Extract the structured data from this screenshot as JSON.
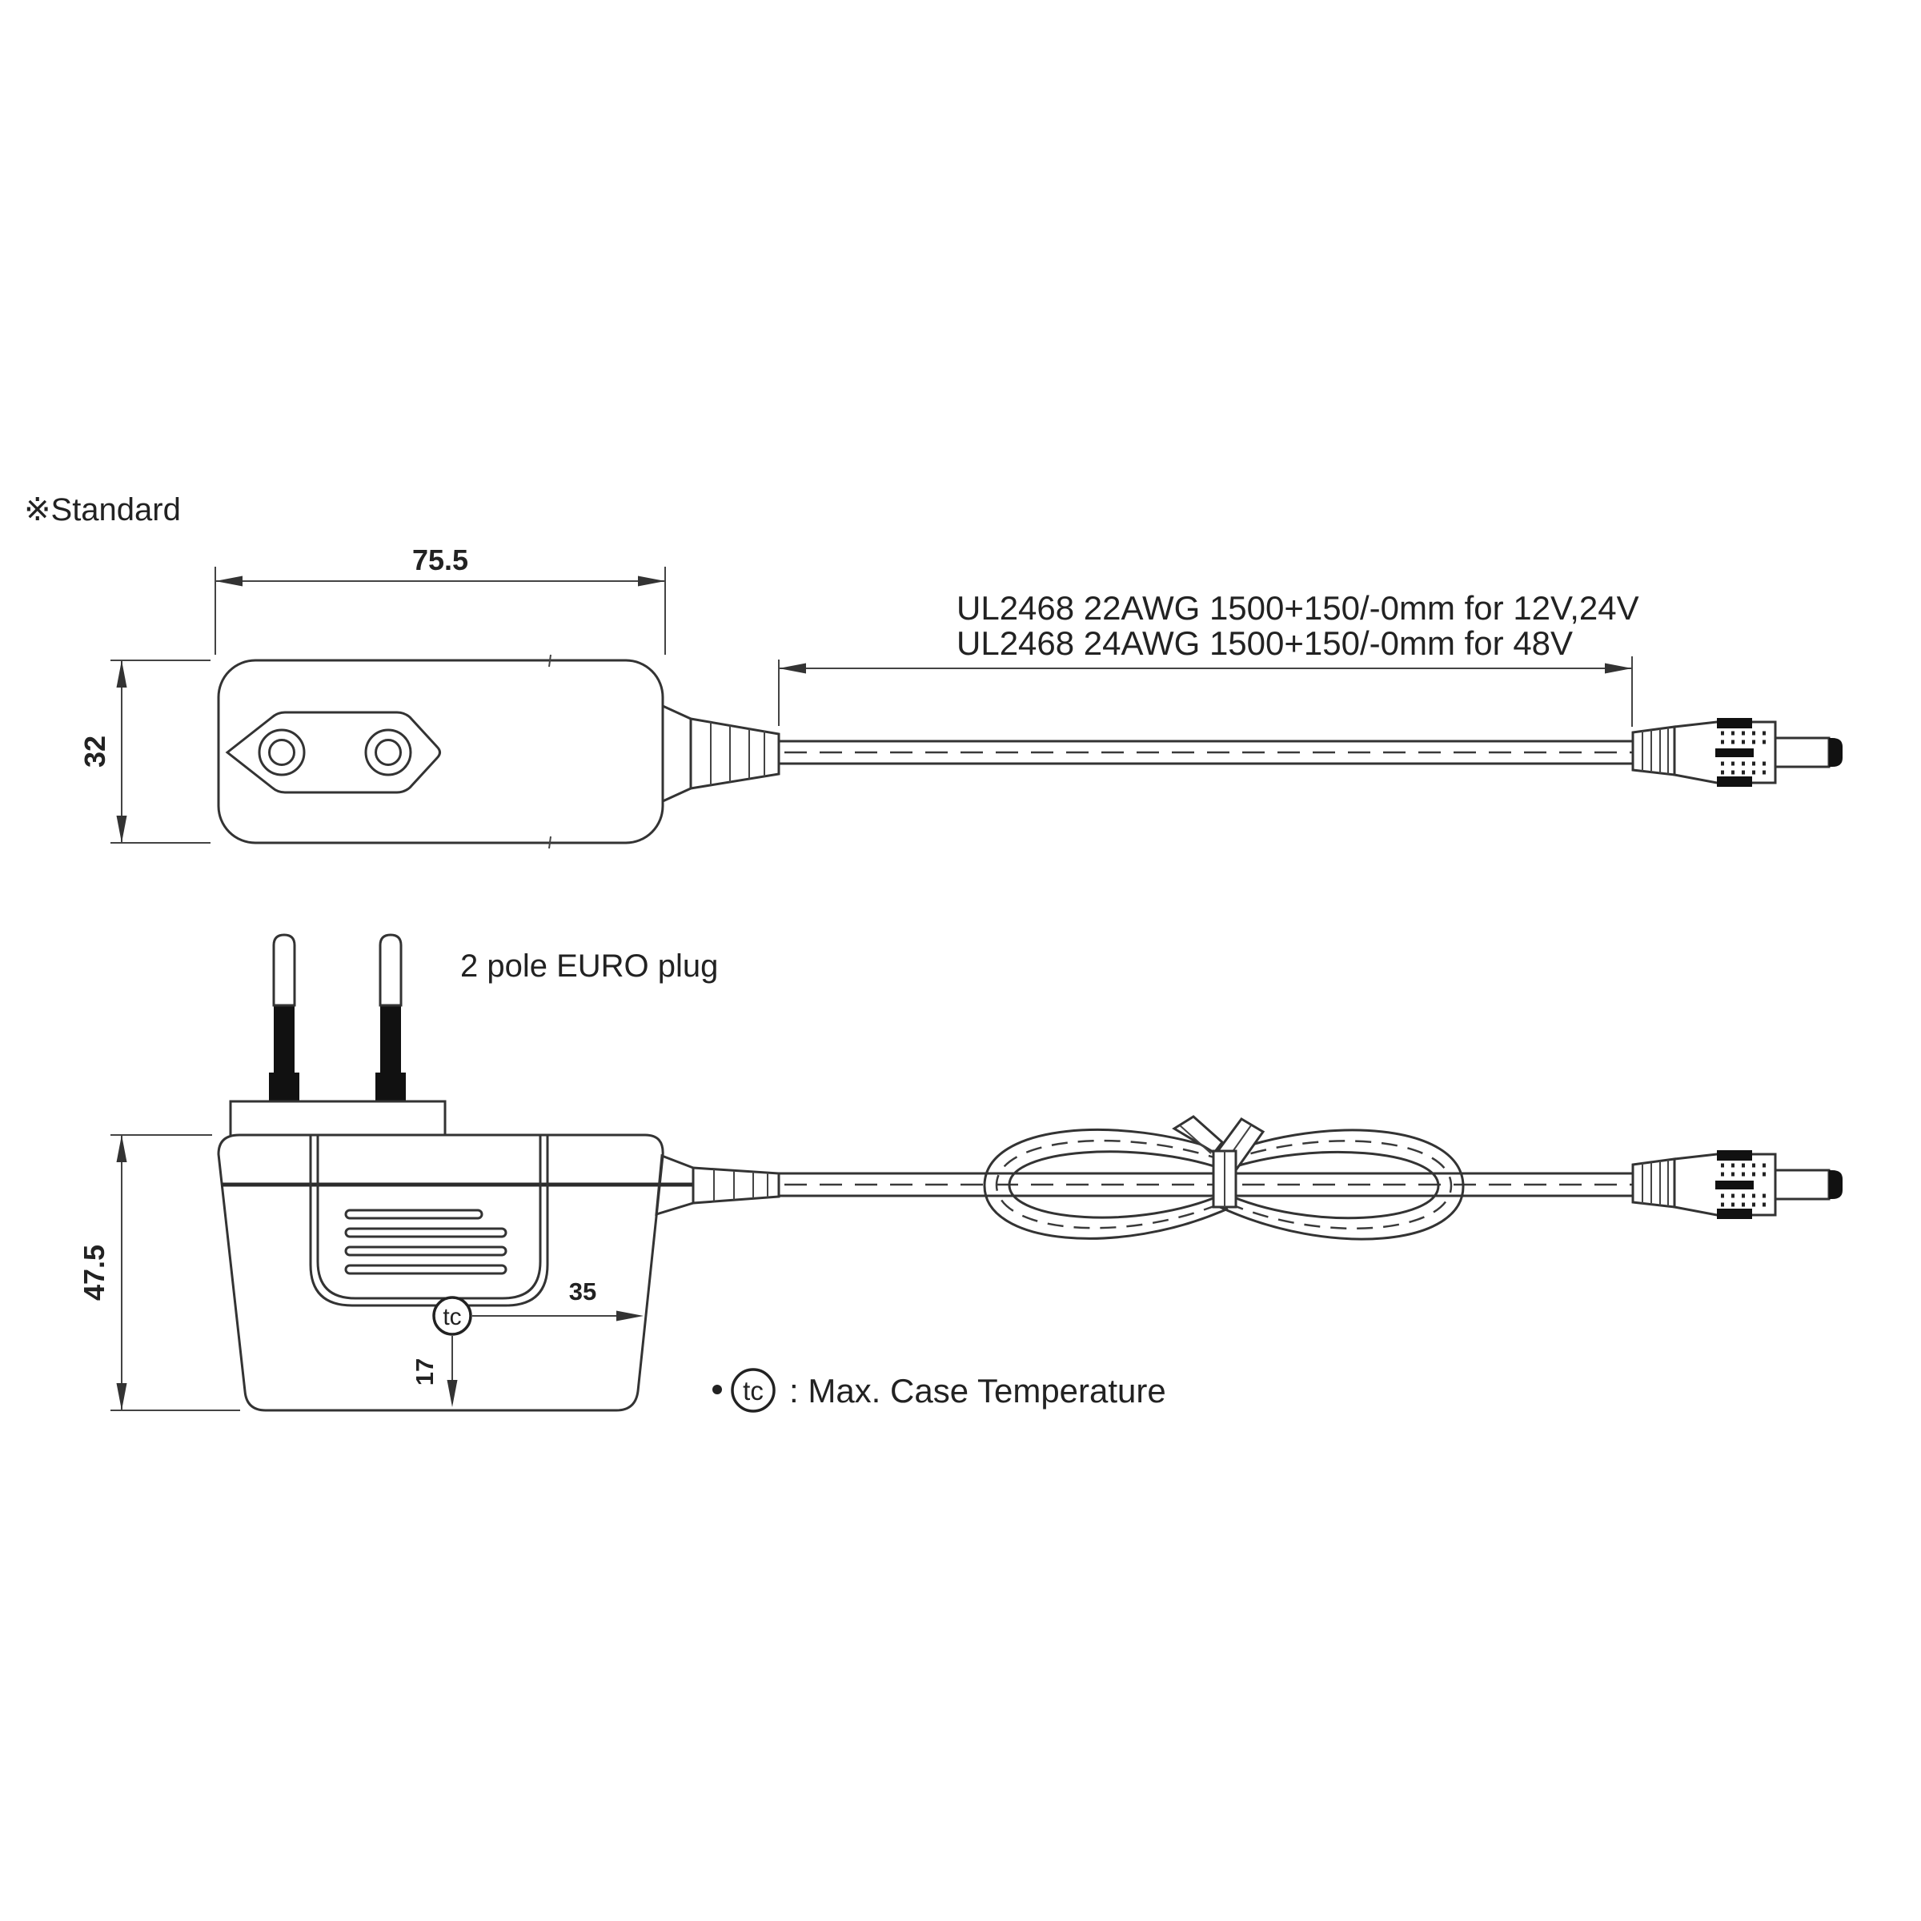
{
  "standard_label": "※Standard",
  "top_view": {
    "width_dim": "75.5",
    "height_dim": "32",
    "cable_spec_line1": "UL2468 22AWG 1500+150/-0mm for 12V,24V",
    "cable_spec_line2": "UL2468 24AWG 1500+150/-0mm for 48V"
  },
  "bottom_view": {
    "plug_label": "2 pole EURO plug",
    "height_dim": "47.5",
    "tc_offset_dim": "35",
    "tc_vertical_dim": "17",
    "tc_symbol": "tc"
  },
  "legend": {
    "bullet": "•",
    "tc_symbol": "tc",
    "description": ": Max. Case Temperature"
  },
  "colors": {
    "line": "#333333",
    "black": "#111111",
    "background": "#ffffff"
  }
}
